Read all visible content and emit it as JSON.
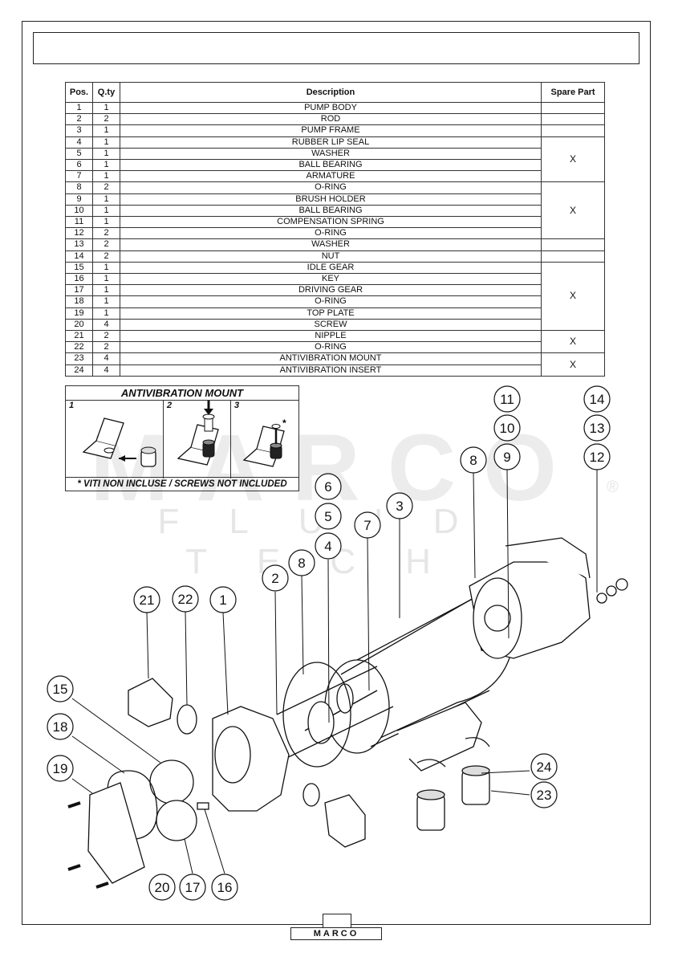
{
  "table": {
    "headers": {
      "pos": "Pos.",
      "qty": "Q.ty",
      "description": "Description",
      "spare": "Spare Part"
    },
    "rows": [
      {
        "pos": "1",
        "qty": "1",
        "description": "PUMP BODY"
      },
      {
        "pos": "2",
        "qty": "2",
        "description": "ROD"
      },
      {
        "pos": "3",
        "qty": "1",
        "description": "PUMP FRAME"
      },
      {
        "pos": "4",
        "qty": "1",
        "description": "RUBBER LIP SEAL"
      },
      {
        "pos": "5",
        "qty": "1",
        "description": "WASHER"
      },
      {
        "pos": "6",
        "qty": "1",
        "description": "BALL BEARING"
      },
      {
        "pos": "7",
        "qty": "1",
        "description": "ARMATURE"
      },
      {
        "pos": "8",
        "qty": "2",
        "description": "O-RING"
      },
      {
        "pos": "9",
        "qty": "1",
        "description": "BRUSH HOLDER"
      },
      {
        "pos": "10",
        "qty": "1",
        "description": "BALL BEARING"
      },
      {
        "pos": "11",
        "qty": "1",
        "description": "COMPENSATION SPRING"
      },
      {
        "pos": "12",
        "qty": "2",
        "description": "O-RING"
      },
      {
        "pos": "13",
        "qty": "2",
        "description": "WASHER"
      },
      {
        "pos": "14",
        "qty": "2",
        "description": "NUT"
      },
      {
        "pos": "15",
        "qty": "1",
        "description": "IDLE GEAR"
      },
      {
        "pos": "16",
        "qty": "1",
        "description": "KEY"
      },
      {
        "pos": "17",
        "qty": "1",
        "description": "DRIVING GEAR"
      },
      {
        "pos": "18",
        "qty": "1",
        "description": "O-RING"
      },
      {
        "pos": "19",
        "qty": "1",
        "description": "TOP PLATE"
      },
      {
        "pos": "20",
        "qty": "4",
        "description": "SCREW"
      },
      {
        "pos": "21",
        "qty": "2",
        "description": "NIPPLE"
      },
      {
        "pos": "22",
        "qty": "2",
        "description": "O-RING"
      },
      {
        "pos": "23",
        "qty": "4",
        "description": "ANTIVIBRATION MOUNT"
      },
      {
        "pos": "24",
        "qty": "4",
        "description": "ANTIVIBRATION INSERT"
      }
    ],
    "spare_mark": "X"
  },
  "antivibration": {
    "title": "ANTIVIBRATION MOUNT",
    "steps": [
      "1",
      "2",
      "3"
    ],
    "asterisk": "*",
    "note": "* VITI NON INCLUSE / SCREWS NOT INCLUDED"
  },
  "watermark": {
    "brand": "MARCO",
    "tagline": "FLUID TECH",
    "registered": "®"
  },
  "callouts": [
    "1",
    "2",
    "3",
    "4",
    "5",
    "6",
    "7",
    "8",
    "8",
    "9",
    "10",
    "11",
    "12",
    "13",
    "14",
    "15",
    "16",
    "17",
    "18",
    "19",
    "20",
    "21",
    "22",
    "23",
    "24"
  ],
  "footer": {
    "logo": "MARCO"
  }
}
